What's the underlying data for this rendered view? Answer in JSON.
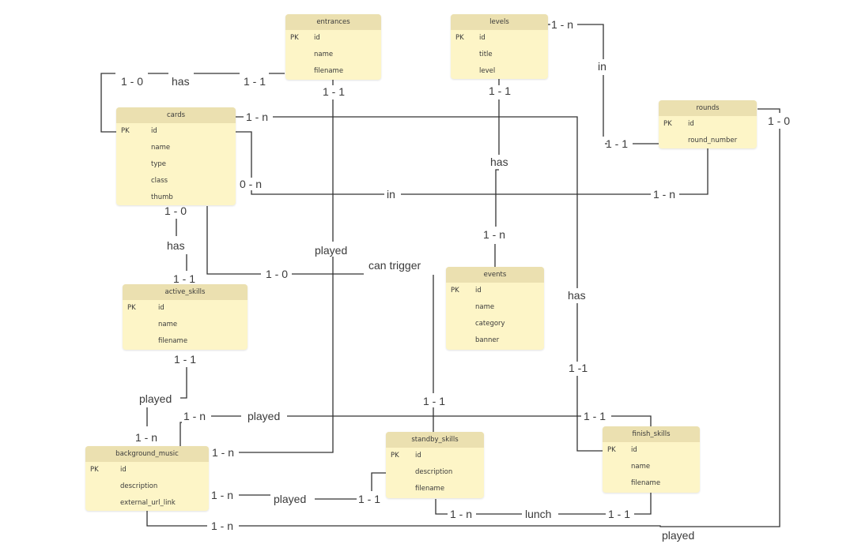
{
  "entities": {
    "entrances": {
      "title": "entrances",
      "pk": "PK",
      "fields": [
        "id",
        "name",
        "filename"
      ]
    },
    "levels": {
      "title": "levels",
      "pk": "PK",
      "fields": [
        "id",
        "title",
        "level"
      ]
    },
    "rounds": {
      "title": "rounds",
      "pk": "PK",
      "fields": [
        "id",
        "round_number"
      ]
    },
    "cards": {
      "title": "cards",
      "pk": "PK",
      "fields": [
        "id",
        "name",
        "type",
        "class",
        "thumb"
      ]
    },
    "active_skills": {
      "title": "active_skills",
      "pk": "PK",
      "fields": [
        "id",
        "name",
        "filename"
      ]
    },
    "events": {
      "title": "events",
      "pk": "PK",
      "fields": [
        "id",
        "name",
        "category",
        "banner"
      ]
    },
    "standby_skills": {
      "title": "standby_skills",
      "pk": "PK",
      "fields": [
        "id",
        "description",
        "filename"
      ]
    },
    "finish_skills": {
      "title": "finish_skills",
      "pk": "PK",
      "fields": [
        "id",
        "name",
        "filename"
      ]
    },
    "background_music": {
      "title": "background_music",
      "pk": "PK",
      "fields": [
        "id",
        "description",
        "external_url_link"
      ]
    }
  },
  "relationships": {
    "cards_entrances": {
      "card_a": "1 - 0",
      "verb": "has",
      "card_b": "1 - 1"
    },
    "levels_rounds": {
      "card_a": "1 - n",
      "verb": "in",
      "card_b": "1 - 1"
    },
    "levels_events": {
      "card_a": "1 - 1",
      "verb": "has",
      "card_b": "1 - n"
    },
    "cards_rounds": {
      "card_a": "0 - n",
      "verb": "in",
      "card_b": "1 - n"
    },
    "cards_finish": {
      "card_a": "1 - n",
      "verb": "has",
      "card_b": "1 -1"
    },
    "entrances_bgm": {
      "card_a": "1 - 1",
      "verb": "played",
      "card_b": "1 - n"
    },
    "cards_active": {
      "card_a": "1 - 0",
      "verb": "has",
      "card_b": "1 - 1"
    },
    "cards_standby": {
      "card_a": "1 - 0",
      "verb": "can trigger",
      "card_b": "1 - 1"
    },
    "active_bgm": {
      "card_a": "1 - 1",
      "verb": "played",
      "card_b": "1 - n"
    },
    "bgm_finish": {
      "card_a": "1 - n",
      "verb": "played",
      "card_b": "1 - 1"
    },
    "bgm_standby": {
      "card_a": "1 - n",
      "verb": "played",
      "card_b": "1 - 1"
    },
    "standby_finish": {
      "card_a": "1 - n",
      "verb": "lunch",
      "card_b": "1 - 1"
    },
    "bgm_rounds": {
      "card_a": "1 - n",
      "verb": "played",
      "card_b": "1 - 0"
    }
  },
  "colors": {
    "entity_body": "#fdf5c7",
    "entity_header": "#ebe0b0",
    "line": "#333333",
    "text": "#3a3a3a"
  }
}
